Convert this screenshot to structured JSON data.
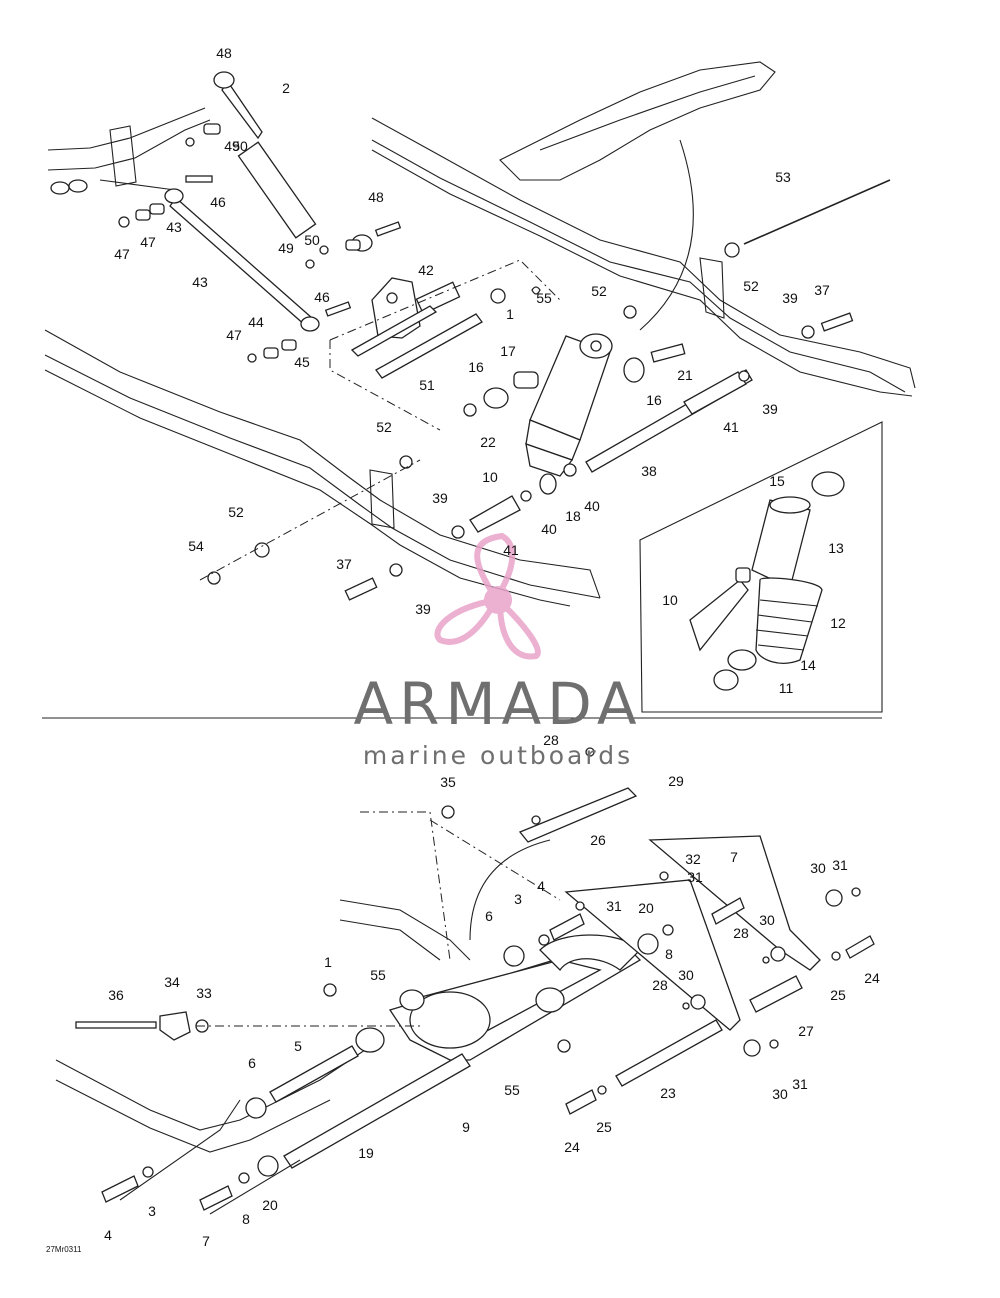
{
  "labels": [
    "1",
    "2",
    "3",
    "4",
    "5",
    "6",
    "7",
    "8",
    "9",
    "10",
    "11",
    "12",
    "13",
    "14",
    "15",
    "16",
    "17",
    "18",
    "19",
    "20",
    "21",
    "22",
    "23",
    "24",
    "25",
    "26",
    "27",
    "28",
    "29",
    "30",
    "31",
    "32",
    "33",
    "34",
    "35",
    "36",
    "37",
    "38",
    "39",
    "40",
    "41",
    "42",
    "43",
    "44",
    "45",
    "46",
    "47",
    "48",
    "49",
    "50",
    "51",
    "52",
    "53",
    "54",
    "55"
  ],
  "brand": {
    "name": "ARMADA",
    "tagline": "marine outboards"
  },
  "drawing_code": "27Mr0311",
  "colors": {
    "watermark_grey": "#6f6f6f",
    "watermark_pink": "#e9a3c9",
    "line": "#222222"
  }
}
